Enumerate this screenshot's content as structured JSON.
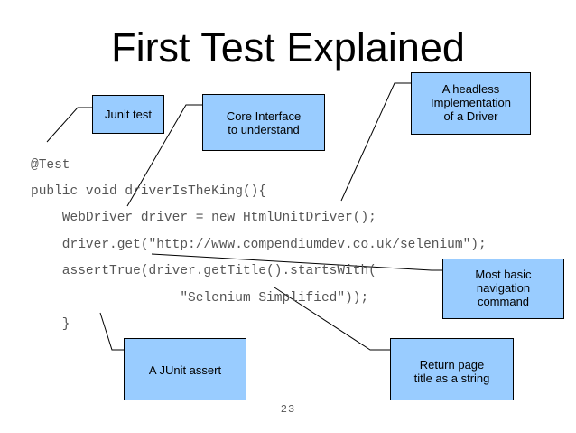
{
  "slide": {
    "title": "First Test Explained",
    "page_number": "23"
  },
  "code": {
    "lines": [
      "@Test",
      "public void driverIsTheKing(){",
      "    WebDriver driver = new HtmlUnitDriver();",
      "    driver.get(\"http://www.compendiumdev.co.uk/selenium\");",
      "    assertTrue(driver.getTitle().startsWith(",
      "                   \"Selenium Simplified\"));",
      "    }"
    ]
  },
  "callouts": {
    "junit_test": [
      "Junit test"
    ],
    "core_interface": [
      "Core Interface",
      "to understand"
    ],
    "headless": [
      "A headless",
      "Implementation",
      "of a Driver"
    ],
    "navigation": [
      "Most basic",
      "navigation",
      "command"
    ],
    "junit_assert": [
      "A JUnit assert"
    ],
    "return_title": [
      "Return page",
      "title as a string"
    ]
  },
  "colors": {
    "callout_fill": "#99ccff",
    "code_text": "#555555"
  }
}
